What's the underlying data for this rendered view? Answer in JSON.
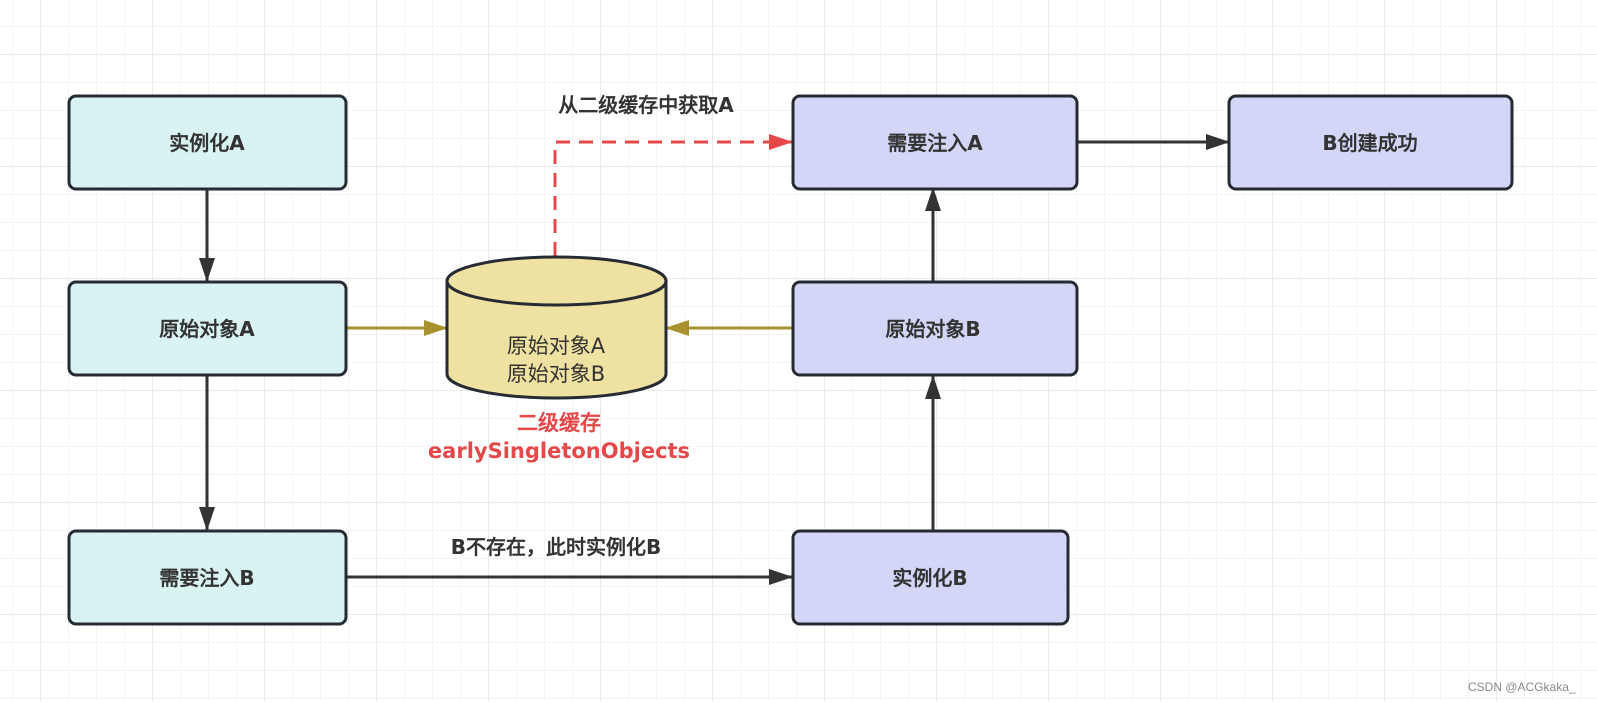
{
  "colors": {
    "a_fill": "#d9f3f3",
    "b_fill": "#d3d6f6",
    "stroke": "#262b33",
    "arrow": "#333333",
    "cache_fill": "#efe1a1",
    "cache_arrow": "#a8922f",
    "highlight": "#e6484a",
    "grid_minor": "#f0f0f0",
    "grid_major": "#e6e6e6"
  },
  "nodes": {
    "instantiate_a": "实例化A",
    "raw_object_a": "原始对象A",
    "need_inject_b": "需要注入B",
    "need_inject_a": "需要注入A",
    "b_created": "B创建成功",
    "raw_object_b": "原始对象B",
    "instantiate_b": "实例化B"
  },
  "cache": {
    "line1": "原始对象A",
    "line2": "原始对象B",
    "title": "二级缓存",
    "name": "earlySingletonObjects"
  },
  "edges": {
    "get_from_cache": "从二级缓存中获取A",
    "b_not_exist": "B不存在，此时实例化B"
  },
  "watermark": "CSDN @ACGkaka_"
}
